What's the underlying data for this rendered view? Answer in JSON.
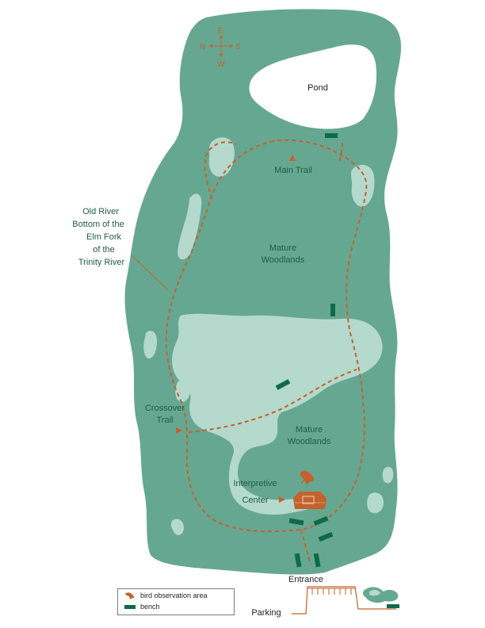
{
  "compass": {
    "north": "N",
    "east": "E",
    "south": "S",
    "west": "W"
  },
  "labels": {
    "pond": "Pond",
    "main_trail": "Main Trail",
    "mature_woodlands_top": [
      "Mature",
      "Woodlands"
    ],
    "mature_woodlands_bottom": [
      "Mature",
      "Woodlands"
    ],
    "crossover_trail": [
      "Crossover",
      "Trail"
    ],
    "interpretive_center": [
      "Interpretive",
      "Center"
    ],
    "old_river": [
      "Old River",
      "Bottom of the",
      "Elm Fork",
      "of the",
      "Trinity River"
    ],
    "entrance": "Entrance",
    "parking": "Parking"
  },
  "legend": {
    "bird": "bird observation area",
    "bench": "bench"
  },
  "colors": {
    "land": "#66a792",
    "clearing": "#b5d9cc",
    "water": "#ffffff",
    "trail": "#c4622d",
    "bench": "#0e6b47",
    "label_dark": "#1f5c45"
  }
}
